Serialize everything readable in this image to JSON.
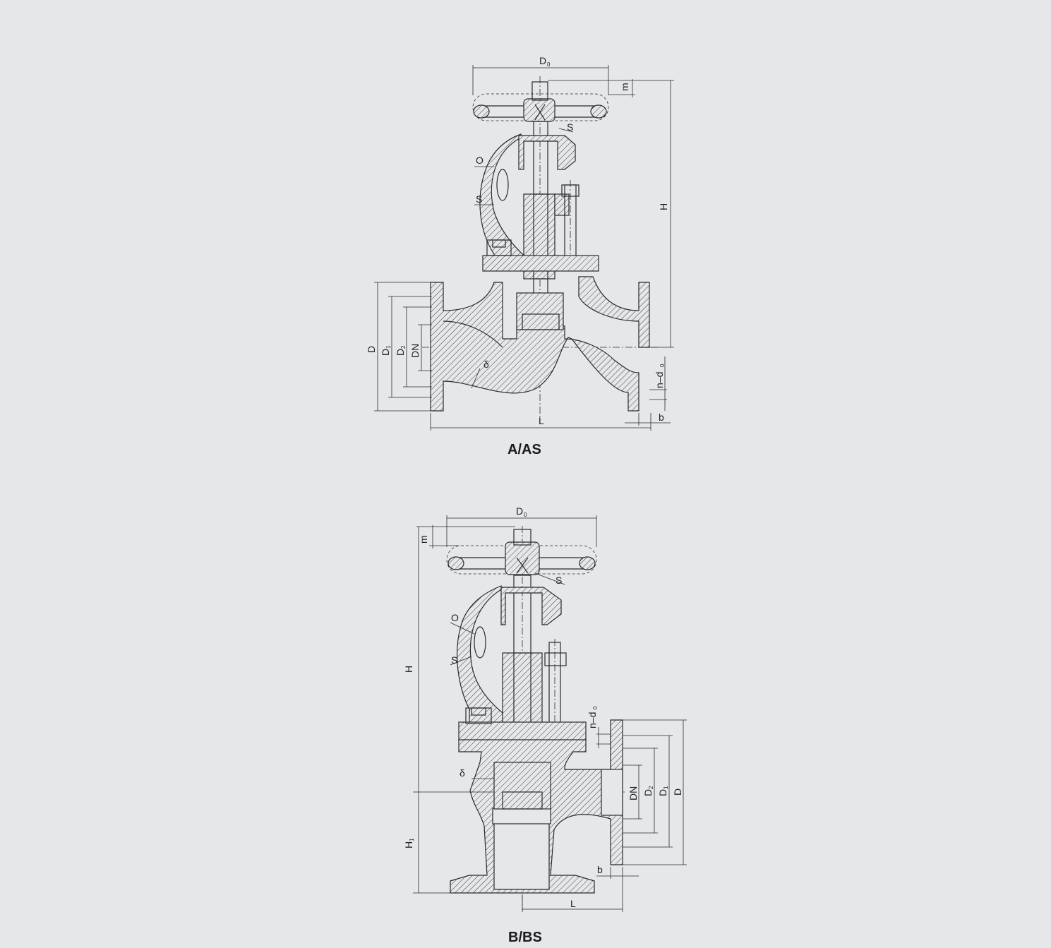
{
  "figures": [
    {
      "caption": "A/AS",
      "labels": {
        "d0": "D",
        "d0_sub": "0",
        "m": "m",
        "s_stem": "S",
        "o": "O",
        "s_yoke": "S",
        "h": "H",
        "d": "D",
        "d1": "D",
        "d1_sub": "1",
        "d2": "D",
        "d2_sub": "2",
        "dn": "DN",
        "delta": "δ",
        "nd0": "n–d",
        "nd0_sub": "0",
        "l": "L",
        "b": "b"
      }
    },
    {
      "caption": "B/BS",
      "labels": {
        "d0": "D",
        "d0_sub": "0",
        "m": "m",
        "s_stem": "S",
        "o": "O",
        "s_yoke": "S",
        "h": "H",
        "h1": "H",
        "h1_sub": "1",
        "nd0": "n–d",
        "nd0_sub": "0",
        "delta": "δ",
        "dn": "DN",
        "d2": "D",
        "d2_sub": "2",
        "d1": "D",
        "d1_sub": "1",
        "d": "D",
        "b": "b",
        "l": "L"
      }
    }
  ]
}
